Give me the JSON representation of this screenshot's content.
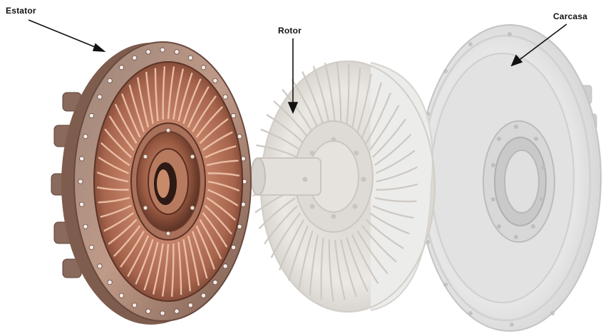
{
  "labels": {
    "estator": "Estator",
    "rotor": "Rotor",
    "carcasa": "Carcasa"
  },
  "colors": {
    "estator_copper": "#b5735a",
    "estator_dark": "#6b3a2a",
    "rotor_ghost": "#e4e2de",
    "carcasa_ghost": "#dcdcdc",
    "arrow": "#111111"
  }
}
